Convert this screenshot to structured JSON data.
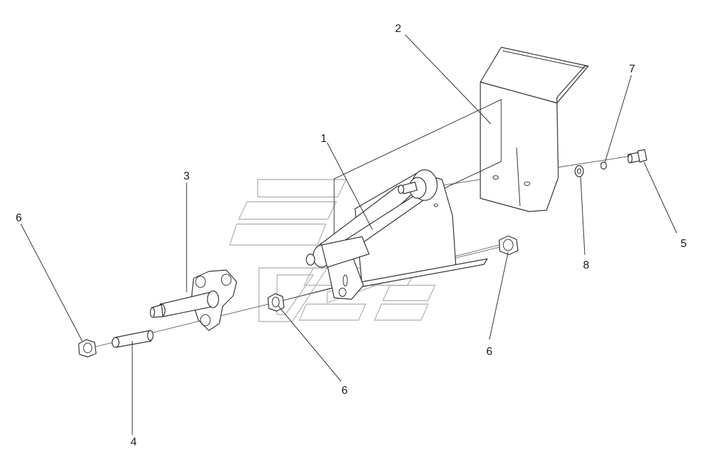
{
  "parts": [
    {
      "id": "bracket",
      "number": "1"
    },
    {
      "id": "cover",
      "number": "2"
    },
    {
      "id": "axle-plate",
      "number": "3"
    },
    {
      "id": "sleeve",
      "number": "4"
    },
    {
      "id": "bolt",
      "number": "5"
    },
    {
      "id": "nut-left",
      "number": "6"
    },
    {
      "id": "nut-center",
      "number": "6"
    },
    {
      "id": "nut-right",
      "number": "6"
    },
    {
      "id": "spring-washer",
      "number": "7"
    },
    {
      "id": "flat-washer",
      "number": "8"
    }
  ],
  "colors": {
    "line": "#333333",
    "watermark": "#b9b9b9",
    "background": "#ffffff"
  }
}
